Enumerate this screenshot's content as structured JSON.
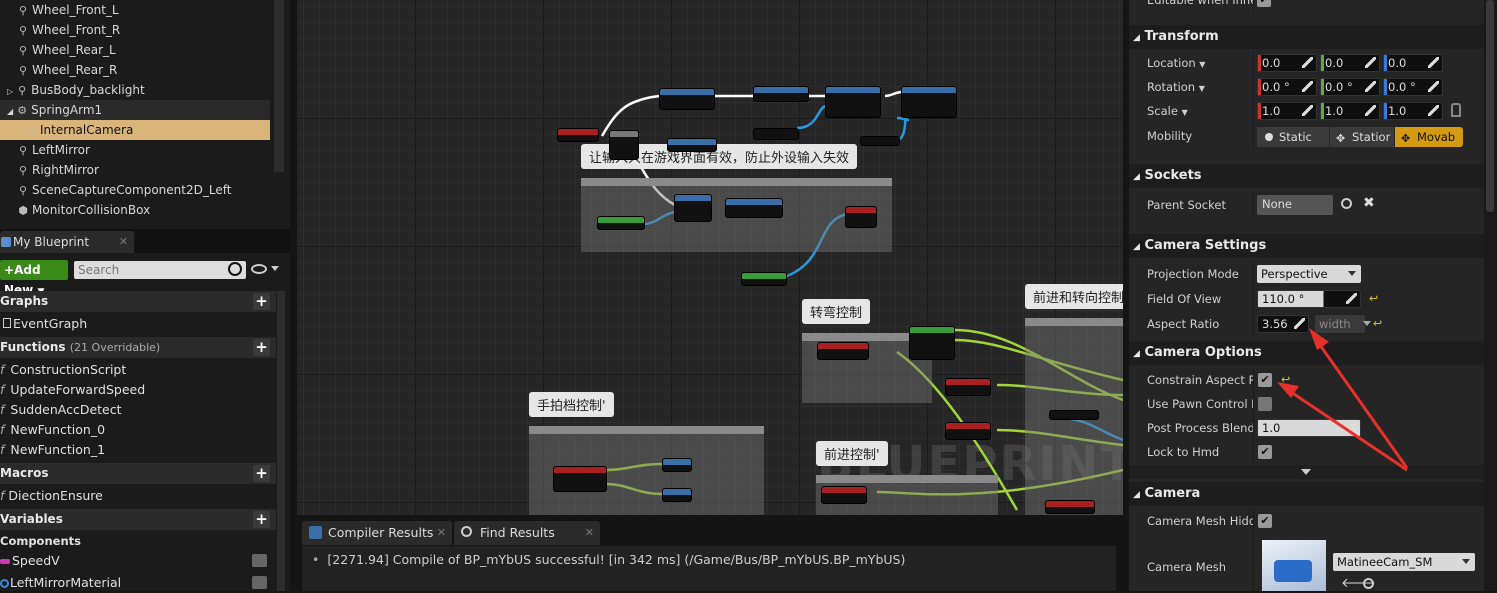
{
  "components_tree": [
    {
      "label": "Wheel_Front_L",
      "icon": "bone-icon"
    },
    {
      "label": "Wheel_Front_R",
      "icon": "bone-icon"
    },
    {
      "label": "Wheel_Rear_L",
      "icon": "bone-icon"
    },
    {
      "label": "Wheel_Rear_R",
      "icon": "bone-icon"
    },
    {
      "label": "BusBody_backlight",
      "icon": "bone-icon"
    },
    {
      "label": "SpringArm1",
      "icon": "spring-arm-icon"
    },
    {
      "label": "InternalCamera",
      "icon": "camera-icon"
    },
    {
      "label": "LeftMirror",
      "icon": "bone-icon"
    },
    {
      "label": "RightMirror",
      "icon": "bone-icon"
    },
    {
      "label": "SceneCaptureComponent2D_Left",
      "icon": "bone-icon"
    },
    {
      "label": "MonitorCollisionBox",
      "icon": "box-icon"
    }
  ],
  "my_blueprint": {
    "tab_label": "My Blueprint",
    "add_new_label": "Add New",
    "search_placeholder": "Search",
    "graphs_header": "Graphs",
    "graphs": [
      "EventGraph"
    ],
    "functions_header": "Functions",
    "functions_note": "(21 Overridable)",
    "functions": [
      "ConstructionScript",
      "UpdateForwardSpeed",
      "SuddenAccDetect",
      "NewFunction_0",
      "NewFunction_1"
    ],
    "macros_header": "Macros",
    "macros": [
      "DiectionEnsure"
    ],
    "variables_header": "Variables",
    "components_header": "Components",
    "variables": [
      "SpeedV",
      "LeftMirrorMaterial"
    ]
  },
  "graph": {
    "comment_input": "让输入只在游戏界面有效，防止外设输入失效",
    "comment_turn": "转弯控制",
    "comment_forward_turn": "前进和转向控制",
    "comment_manual": "手拍档控制'",
    "comment_forward": "前进控制'",
    "watermark": "BLUEPRINT"
  },
  "bottom": {
    "tab_compiler": "Compiler Results",
    "tab_find": "Find Results",
    "log_line": "[2271.94] Compile of BP_mYbUS successful! [in 342 ms] (/Game/Bus/BP_mYbUS.BP_mYbUS)"
  },
  "details": {
    "top_label": "Editable when Inherit",
    "transform_header": "Transform",
    "location_label": "Location",
    "location": [
      "0.0",
      "0.0",
      "0.0"
    ],
    "rotation_label": "Rotation",
    "rotation": [
      "0.0 °",
      "0.0 °",
      "0.0 °"
    ],
    "scale_label": "Scale",
    "scale": [
      "1.0",
      "1.0",
      "1.0"
    ],
    "mobility_label": "Mobility",
    "mobility_options": [
      "Static",
      "Statior",
      "Movab"
    ],
    "sockets_header": "Sockets",
    "parent_socket_label": "Parent Socket",
    "parent_socket_value": "None",
    "camera_settings_header": "Camera Settings",
    "projection_mode_label": "Projection Mode",
    "projection_mode_value": "Perspective",
    "fov_label": "Field Of View",
    "fov_value": "110.0 °",
    "aspect_label": "Aspect Ratio",
    "aspect_value": "3.56",
    "aspect_preset": "width",
    "camera_options_header": "Camera Options",
    "constrain_label": "Constrain Aspect Rat",
    "pawn_control_label": "Use Pawn Control Rot",
    "post_process_label": "Post Process Blend W",
    "post_process_value": "1.0",
    "lock_hmd_label": "Lock to Hmd",
    "camera_header": "Camera",
    "mesh_hidden_label": "Camera Mesh Hidden",
    "mesh_label": "Camera Mesh",
    "mesh_value": "MatineeCam_SM",
    "colors": {
      "x_axis": "#c8352b",
      "y_axis": "#6aa82a",
      "z_axis": "#3a7ad0",
      "annotation": "#e8302a"
    }
  }
}
